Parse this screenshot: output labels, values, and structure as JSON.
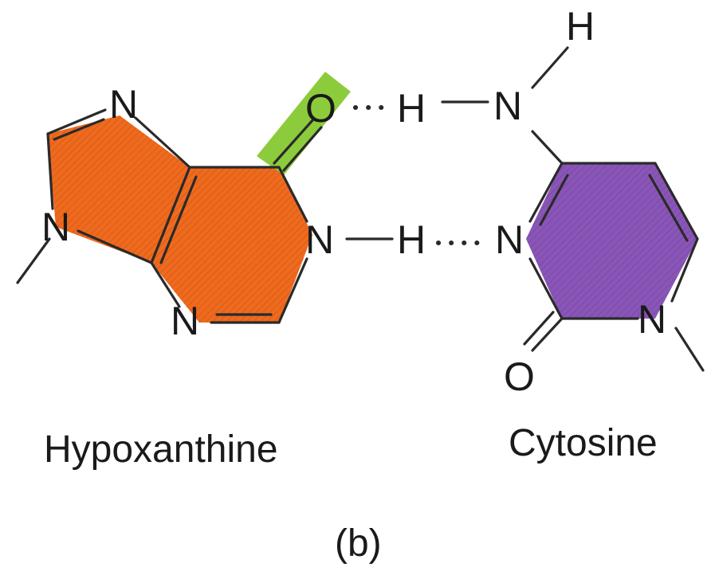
{
  "atoms": {
    "hx_n7": "N",
    "hx_n9": "N",
    "hx_n3": "N",
    "hx_n1": "N",
    "hx_o6": "O",
    "hx_h1": "H",
    "hb_h_top": "H",
    "cy_n4": "N",
    "cy_h4a": "H",
    "cy_n3": "N",
    "cy_n1": "N",
    "cy_o2": "O"
  },
  "labels": {
    "hypoxanthine": "Hypoxanthine",
    "cytosine": "Cytosine",
    "panel": "(b)"
  },
  "colors": {
    "hypoxanthine_fill": "#f06a1e",
    "cytosine_fill": "#8a55b8",
    "carbonyl_highlight": "#8ccc3c"
  }
}
